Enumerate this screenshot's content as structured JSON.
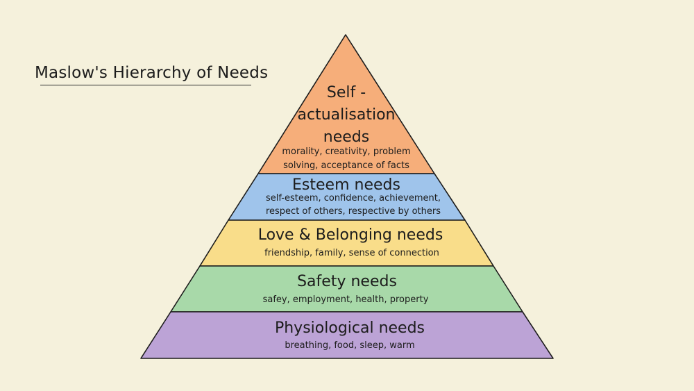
{
  "title": "Maslow's Hierarchy of Needs",
  "colors": {
    "background": "#f5f1dc",
    "outline": "#1c1c1c",
    "self_actualisation": "#f6ae7a",
    "esteem": "#9fc4eb",
    "love_belonging": "#f9dd8a",
    "safety": "#a8d9a9",
    "physiological": "#bca3d6"
  },
  "levels": {
    "self_actualisation": {
      "heading_line1": "Self -",
      "heading_line2": "actualisation",
      "heading_line3": "needs",
      "desc_line1": "morality, creativity, problem",
      "desc_line2": "solving, acceptance of facts"
    },
    "esteem": {
      "heading": "Esteem needs",
      "desc_line1": "self-esteem, confidence, achievement,",
      "desc_line2": "respect of others, respective by others"
    },
    "love_belonging": {
      "heading": "Love & Belonging needs",
      "desc_line1": "friendship, family, sense of connection"
    },
    "safety": {
      "heading": "Safety needs",
      "desc_line1": "safey, employment, health, property"
    },
    "physiological": {
      "heading": "Physiological needs",
      "desc_line1": "breathing, food, sleep, warm"
    }
  }
}
